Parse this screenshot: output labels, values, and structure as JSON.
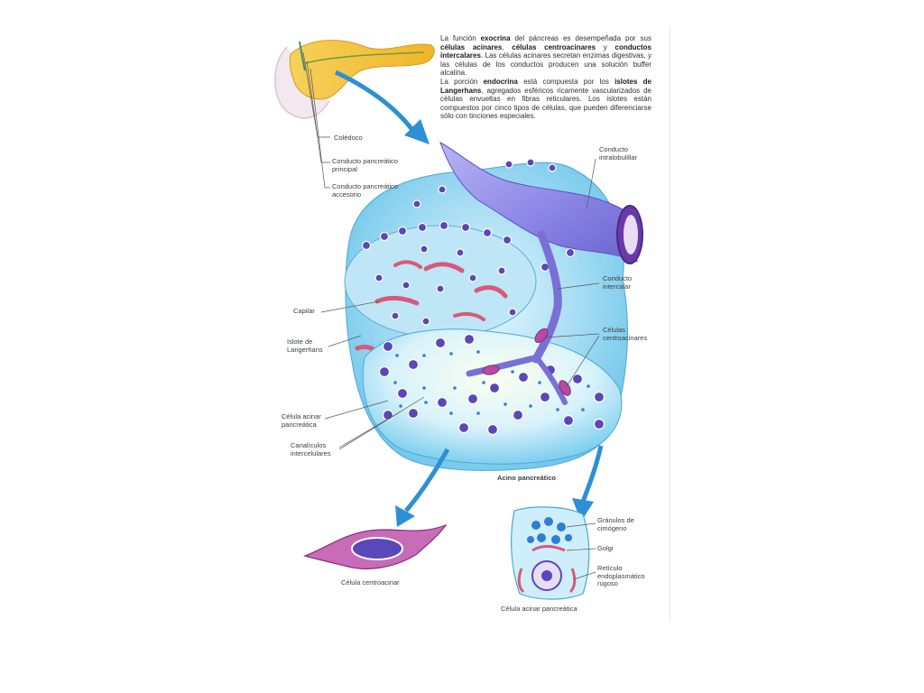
{
  "intro": {
    "p1": {
      "t1": "La función ",
      "b1": "exocrina",
      "t2": " del páncreas es desempeñada por sus ",
      "b2": "células acinares",
      "t3": ", ",
      "b3": "células centroacinares",
      "t4": " y ",
      "b4": "conductos intercalares",
      "t5": ". Las células acinares secretan enzimas digestivas, y las células de los conductos producen una solución buffer alcalina."
    },
    "p2": {
      "t1": "La porción ",
      "b1": "endocrina",
      "t2": " está compuesta por los ",
      "b2": "islotes de Langerhans",
      "t3": ", agregados esféricos ricamente vascularizados de células envueltas en fibras reticulares. Los islotes están compuestos por cinco tipos de células, que pueden diferenciarse sólo con tinciones especiales."
    }
  },
  "labels": {
    "coledoco": "Colédoco",
    "conducto_principal_1": "Conducto pancreático",
    "conducto_principal_2": "principal",
    "conducto_accesorio_1": "Conducto pancreático",
    "conducto_accesorio_2": "accesorio",
    "intralobulillar_1": "Conducto",
    "intralobulillar_2": "intralobulillar",
    "intercalar_1": "Conducto",
    "intercalar_2": "intercalar",
    "capilar": "Capilar",
    "islote_1": "Islote de",
    "islote_2": "Langerhans",
    "centroacinares_1": "Células",
    "centroacinares_2": "centroacinares",
    "acinar_1": "Célula acinar",
    "acinar_2": "pancreática",
    "canaliculos_1": "Canalículos",
    "canaliculos_2": "intercelulares",
    "acino": "Acino pancreático",
    "granulos_1": "Gránulos de",
    "granulos_2": "cimógeno",
    "golgi": "Golgi",
    "reticulo_1": "Retículo",
    "reticulo_2": "endoplasmático",
    "reticulo_3": "rugoso",
    "cel_centroacinar": "Célula centroacinar",
    "cel_acinar": "Célula acinar pancreática"
  },
  "colors": {
    "pancreas": "#f2c23a",
    "arrow": "#2d8fd6",
    "tissue": "#8fd6f0",
    "nucleus": "#5a47b8",
    "duct": "#8a86e0",
    "capillary": "#d85a78",
    "centroacinar": "#b84aa6"
  }
}
